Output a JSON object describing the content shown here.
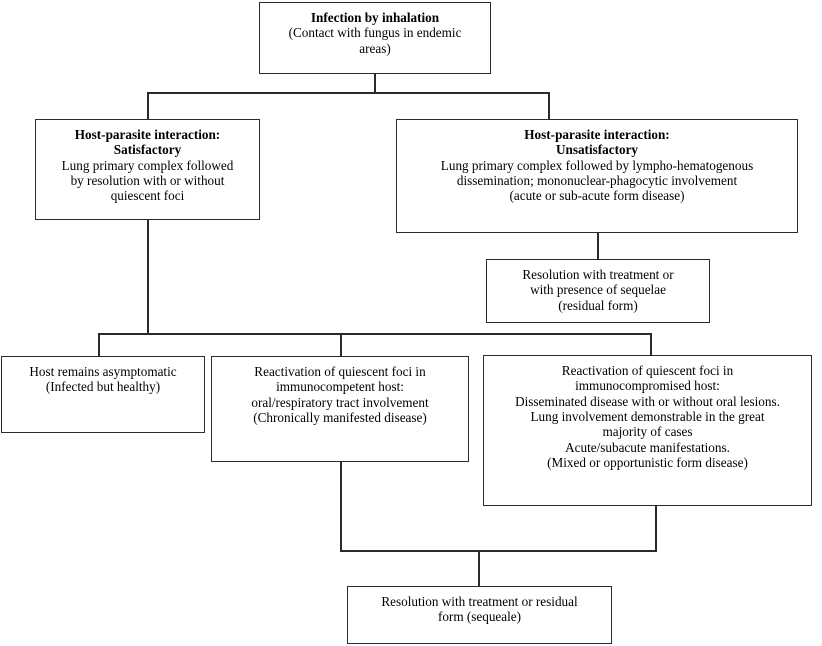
{
  "diagram": {
    "type": "flowchart",
    "orientation": "top-down",
    "nodes": {
      "infection": {
        "title": "Infection by inhalation",
        "body": "(Contact with fungus in endemic\nareas)"
      },
      "satisfactory": {
        "title": "Host-parasite interaction:\nSatisfactory",
        "body": "Lung primary complex followed\nby resolution with or without\nquiescent foci"
      },
      "unsatisfactory": {
        "title": "Host-parasite interaction:\nUnsatisfactory",
        "body": "Lung primary complex followed by lympho-hematogenous\ndissemination; mononuclear-phagocytic involvement\n(acute or sub-acute form disease)"
      },
      "residual": {
        "title": "",
        "body": "Resolution with treatment or\nwith presence of sequelae\n(residual form)"
      },
      "asymptomatic": {
        "title": "",
        "body": "Host remains asymptomatic\n(Infected but healthy)"
      },
      "immunocompetent": {
        "title": "",
        "body": "Reactivation of quiescent foci in\nimmunocompetent host:\noral/respiratory tract involvement\n(Chronically manifested disease)"
      },
      "immunocompromised": {
        "title": "",
        "body": "Reactivation of quiescent foci in\nimmunocompromised  host:\nDisseminated disease with or without oral lesions.\nLung involvement demonstrable in the great\nmajority of cases\nAcute/subacute manifestations.\n(Mixed or opportunistic form disease)"
      },
      "resolution": {
        "title": "",
        "body": "Resolution with treatment or residual\nform (sequeale)"
      }
    },
    "colors": {
      "border": "#2b2b2b",
      "background": "#ffffff",
      "text": "#000000"
    }
  }
}
